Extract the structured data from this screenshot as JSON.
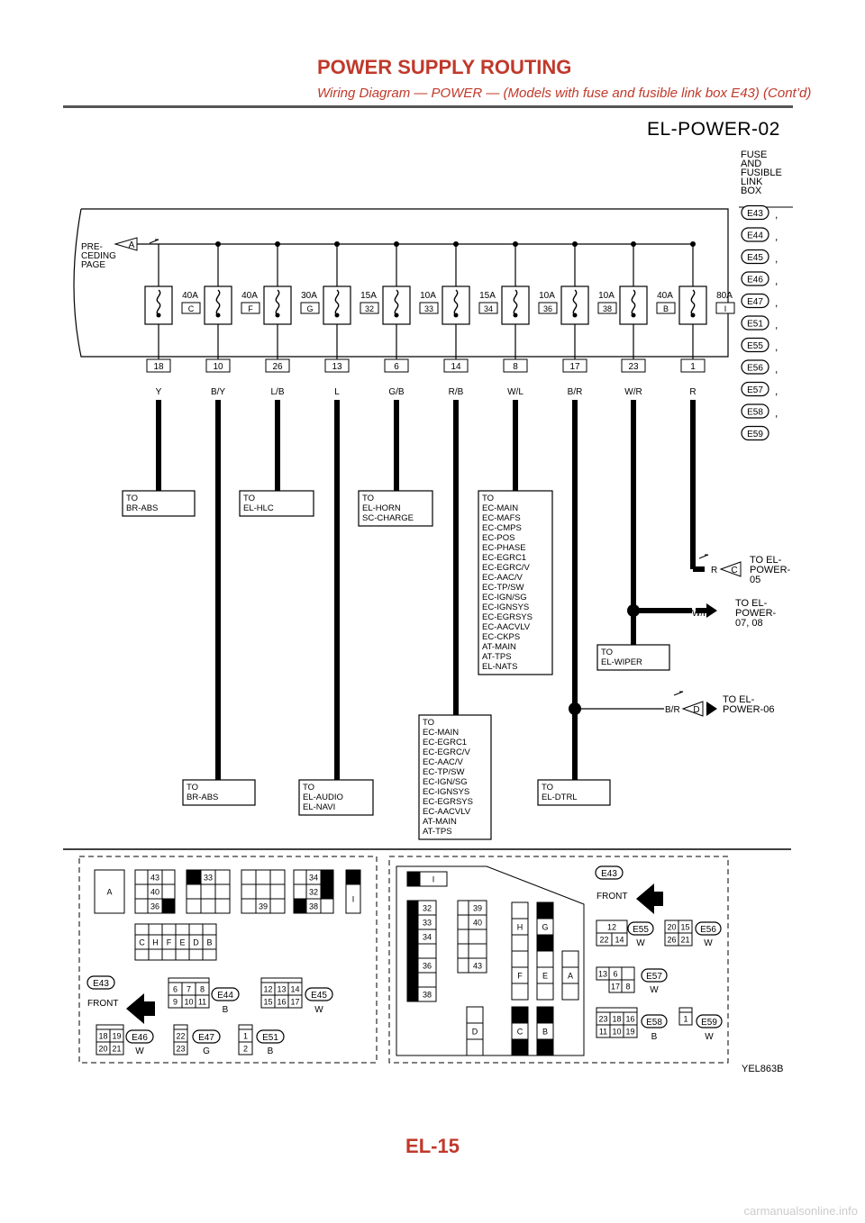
{
  "header": {
    "title": "POWER SUPPLY ROUTING",
    "subtitle": "Wiring Diagram — POWER — (Models with fuse and fusible link box E43) (Cont’d)"
  },
  "diagram_title": "EL-POWER-02",
  "fuse_box_label": [
    "FUSE",
    "AND",
    "FUSIBLE",
    "LINK",
    "BOX"
  ],
  "connectors_list": [
    "E43",
    "E44",
    "E45",
    "E46",
    "E47",
    "E51",
    "E55",
    "E56",
    "E57",
    "E58",
    "E59"
  ],
  "left_ref": {
    "text": [
      "PRE-",
      "CEDING",
      "PAGE"
    ],
    "letter": "A"
  },
  "fuses": [
    {
      "rating": "40A",
      "id": "C",
      "terminal": "18",
      "color": "Y"
    },
    {
      "rating": "40A",
      "id": "F",
      "terminal": "10",
      "color": "B/Y"
    },
    {
      "rating": "30A",
      "id": "G",
      "terminal": "26",
      "color": "L/B"
    },
    {
      "rating": "15A",
      "id": "32",
      "terminal": "13",
      "color": "L"
    },
    {
      "rating": "10A",
      "id": "33",
      "terminal": "6",
      "color": "G/B"
    },
    {
      "rating": "15A",
      "id": "34",
      "terminal": "14",
      "color": "R/B"
    },
    {
      "rating": "10A",
      "id": "36",
      "terminal": "8",
      "color": "W/L"
    },
    {
      "rating": "10A",
      "id": "38",
      "terminal": "17",
      "color": "B/R"
    },
    {
      "rating": "40A",
      "id": "B",
      "terminal": "23",
      "color": "W/R"
    },
    {
      "rating": "80A",
      "id": "I",
      "terminal": "1",
      "color": "R"
    }
  ],
  "destinations": [
    {
      "lines": [
        "TO",
        "BR-ABS"
      ]
    },
    {
      "lines": [
        "TO",
        "EL-HLC"
      ]
    },
    {
      "lines": [
        "TO",
        "EL-HORN",
        "SC-CHARGE"
      ]
    },
    {
      "lines": [
        "TO",
        "EC-MAIN",
        "EC-MAFS",
        "EC-CMPS",
        "EC-POS",
        "EC-PHASE",
        "EC-EGRC1",
        "EC-EGRC/V",
        "EC-AAC/V",
        "EC-TP/SW",
        "EC-IGN/SG",
        "EC-IGNSYS",
        "EC-EGRSYS",
        "EC-AACVLV",
        "EC-CKPS",
        "AT-MAIN",
        "AT-TPS",
        "EL-NATS"
      ]
    },
    {
      "lines": [
        "TO",
        "EL-WIPER"
      ]
    },
    {
      "lines": [
        "TO",
        "EC-MAIN",
        "EC-EGRC1",
        "EC-EGRC/V",
        "EC-AAC/V",
        "EC-TP/SW",
        "EC-IGN/SG",
        "EC-IGNSYS",
        "EC-EGRSYS",
        "EC-AACVLV",
        "AT-MAIN",
        "AT-TPS"
      ]
    },
    {
      "lines": [
        "TO",
        "BR-ABS"
      ]
    },
    {
      "lines": [
        "TO",
        "EL-AUDIO",
        "EL-NAVI"
      ]
    },
    {
      "lines": [
        "TO",
        "EL-DTRL"
      ]
    }
  ],
  "offpage": [
    {
      "color": "R",
      "letter": "C",
      "text": [
        "TO EL-",
        "POWER-",
        "05"
      ]
    },
    {
      "color": "W/R",
      "text": [
        "TO EL-",
        "POWER-",
        "07, 08"
      ]
    },
    {
      "color": "B/R",
      "letter": "D",
      "text": [
        "TO EL-",
        "POWER-06"
      ]
    }
  ],
  "legend": {
    "left_row1": [
      "A",
      "43",
      "40",
      "36",
      "33",
      "39",
      "34",
      "32",
      "38",
      "I"
    ],
    "left_row2": [
      "C",
      "H",
      "F",
      "E",
      "D",
      "B"
    ],
    "front_label": "FRONT",
    "e43": "E43",
    "left_connectors": [
      {
        "id": "E44",
        "color": "B",
        "pins": [
          "6",
          "7",
          "8",
          "9",
          "10",
          "11"
        ]
      },
      {
        "id": "E45",
        "color": "W",
        "pins": [
          "12",
          "13",
          "14",
          "15",
          "16",
          "17"
        ]
      },
      {
        "id": "E46",
        "color": "W",
        "pins": [
          "18",
          "19",
          "20",
          "21"
        ]
      },
      {
        "id": "E47",
        "color": "G",
        "pins": [
          "22",
          "23"
        ]
      },
      {
        "id": "E51",
        "color": "B",
        "pins": [
          "1",
          "2"
        ]
      }
    ],
    "right_fuses": [
      "I",
      "32",
      "33",
      "34",
      "36",
      "38",
      "39",
      "40",
      "43",
      "H",
      "G",
      "F",
      "E",
      "A",
      "D",
      "C",
      "B"
    ],
    "right_connectors": [
      {
        "id": "E55",
        "color": "W",
        "pins": [
          "12",
          "22",
          "14"
        ]
      },
      {
        "id": "E56",
        "color": "W",
        "pins": [
          "20",
          "15",
          "26",
          "21"
        ]
      },
      {
        "id": "E57",
        "color": "W",
        "pins": [
          "13",
          "6",
          "17",
          "8"
        ]
      },
      {
        "id": "E58",
        "color": "B",
        "pins": [
          "23",
          "18",
          "16",
          "11",
          "10",
          "19"
        ]
      },
      {
        "id": "E59",
        "color": "W",
        "pins": [
          "1"
        ]
      }
    ]
  },
  "page_code": "YEL863B",
  "page_number": "EL-15",
  "watermark": "carmanualsonline.info"
}
